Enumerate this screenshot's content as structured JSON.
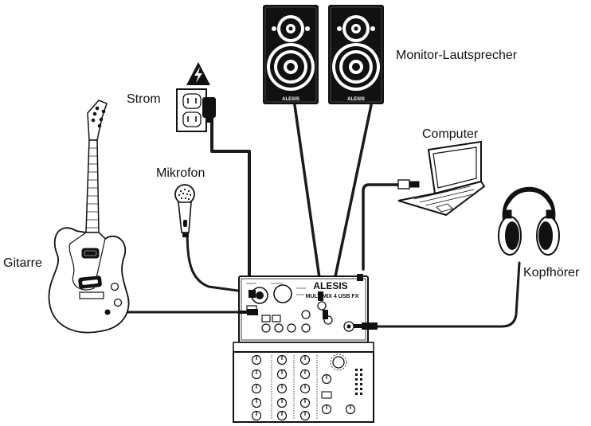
{
  "labels": {
    "monitors": "Monitor-Lautsprecher",
    "power": "Strom",
    "computer": "Computer",
    "microphone": "Mikrofon",
    "guitar": "Gitarre",
    "headphones": "Kopfhörer"
  },
  "branding": {
    "speaker_logo": "ALESIS",
    "mixer_logo": "ALESIS",
    "mixer_model": "MULTIMIX 4 USB FX"
  },
  "icons": {
    "power_warning": "lightning-warning-icon",
    "outlet": "wall-outlet-icon"
  },
  "colors": {
    "ink": "#111111",
    "cable": "#1a1a1a",
    "background": "#ffffff"
  }
}
